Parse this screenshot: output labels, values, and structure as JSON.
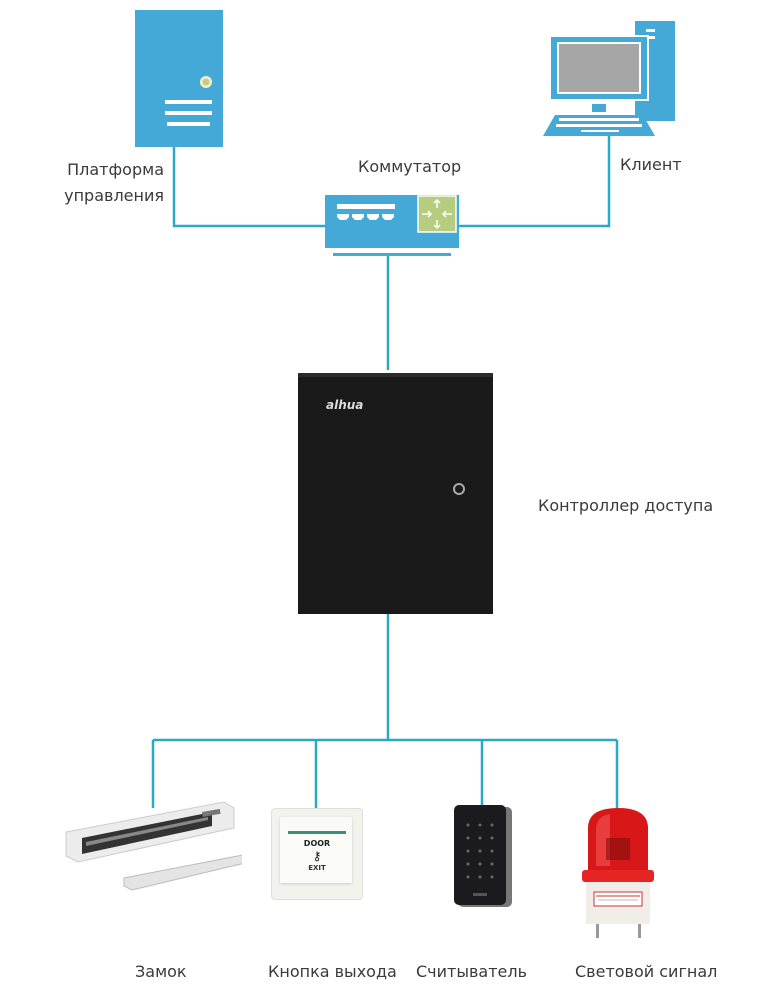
{
  "colors": {
    "wire": "#29a9c6",
    "device_blue": "#45a9d7",
    "switch_accent": "#b6cc7e",
    "controller_body": "#1a1a1a",
    "beacon_red": "#d81818"
  },
  "nodes": {
    "platform": {
      "label_line1": "Платформа",
      "label_line2": "управления",
      "icon": "server-icon"
    },
    "switch": {
      "label": "Коммутатор",
      "icon": "network-switch-icon"
    },
    "client": {
      "label": "Клиент",
      "icon": "desktop-computer-icon"
    },
    "controller": {
      "label": "Контроллер доступа",
      "brand": "alhua",
      "icon": "access-controller-icon"
    },
    "lock": {
      "label": "Замок",
      "icon": "magnetic-lock-icon"
    },
    "exit_button": {
      "label": "Кнопка выхода",
      "text_top": "DOOR",
      "text_bottom": "EXIT",
      "icon": "exit-button-icon"
    },
    "reader": {
      "label": "Считыватель",
      "icon": "card-reader-icon"
    },
    "beacon": {
      "label": "Световой сигнал",
      "icon": "beacon-light-icon"
    }
  }
}
